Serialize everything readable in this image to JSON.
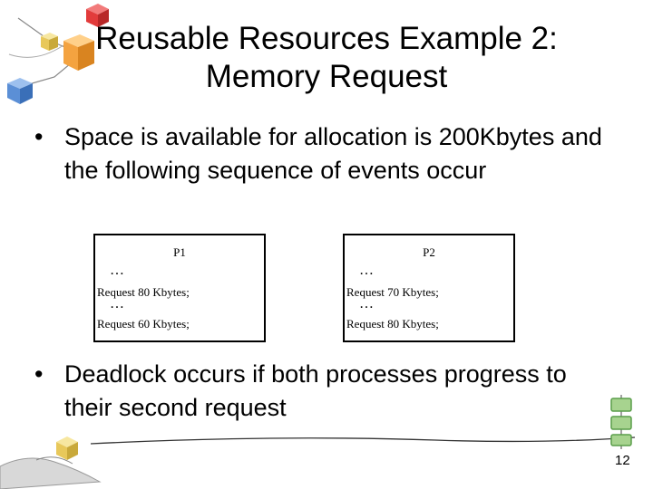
{
  "slide": {
    "title_line1": "Reusable Resources Example 2:",
    "title_line2": "Memory Request",
    "bullet_char": "•",
    "bullets": [
      "Space is available for allocation is 200Kbytes and the following sequence of events occur",
      "Deadlock occurs if both processes progress to their second request"
    ],
    "page_number": "12"
  },
  "processes": [
    {
      "name": "P1",
      "ellipsis": "…",
      "request1": "Request 80 Kbytes;",
      "request2": "Request 60 Kbytes;"
    },
    {
      "name": "P2",
      "ellipsis": "…",
      "request1": "Request 70 Kbytes;",
      "request2": "Request 80 Kbytes;"
    }
  ],
  "colors": {
    "cube_red": "#e23b3b",
    "cube_orange": "#f4a340",
    "cube_blue": "#5b8fd6",
    "chain_green": "#5a9e4a"
  }
}
